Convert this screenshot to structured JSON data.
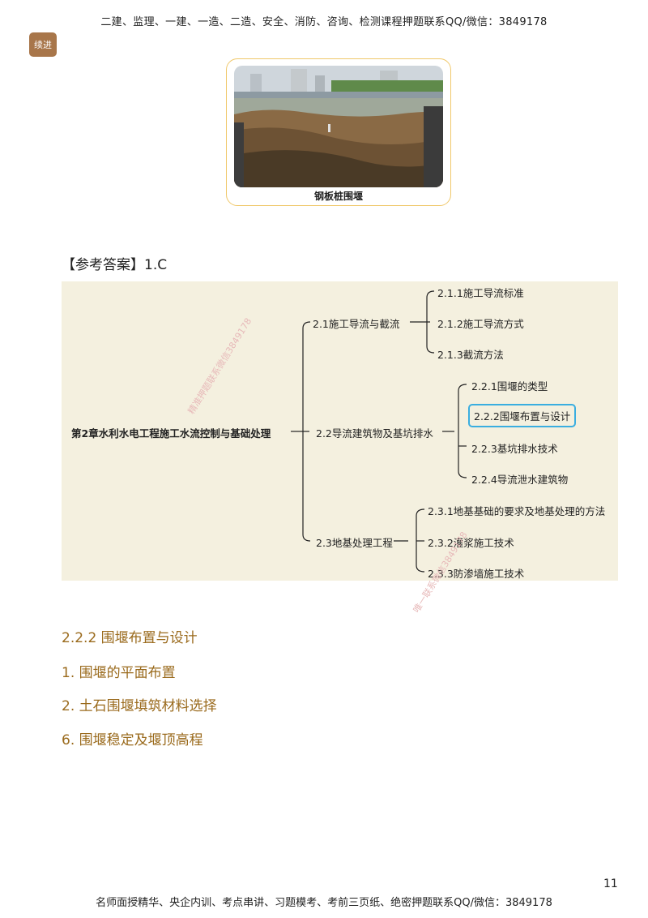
{
  "header": {
    "text": "二建、监理、一建、一造、二造、安全、消防、咨询、检测课程押题联系QQ/微信：3849178"
  },
  "logo": {
    "text": "续进"
  },
  "figure": {
    "caption": "钢板桩围堰"
  },
  "answer": {
    "text": "【参考答案】1.C"
  },
  "mindmap": {
    "root": "第2章水利水电工程施工水流控制与基础处理",
    "branches": [
      {
        "label": "2.1施工导流与截流",
        "children": [
          "2.1.1施工导流标准",
          "2.1.2施工导流方式",
          "2.1.3截流方法"
        ]
      },
      {
        "label": "2.2导流建筑物及基坑排水",
        "children": [
          "2.2.1围堰的类型",
          "2.2.2围堰布置与设计",
          "2.2.3基坑排水技术",
          "2.2.4导流泄水建筑物"
        ]
      },
      {
        "label": "2.3地基处理工程",
        "children": [
          "2.3.1地基基础的要求及地基处理的方法",
          "2.3.2灌浆施工技术",
          "2.3.3防渗墙施工技术"
        ]
      }
    ],
    "highlight_color": "#3aaee0"
  },
  "watermarks": {
    "mark1": "精准押题联系微信3849178",
    "mark2": "唯一联系微信3849178"
  },
  "sections": {
    "heading": "2.2.2 围堰布置与设计",
    "item1": "1. 围堰的平面布置",
    "item2": "2. 土石围堰填筑材料选择",
    "item3": "6. 围堰稳定及堰顶高程"
  },
  "page": {
    "number": "11"
  },
  "footer": {
    "text": "名师面授精华、央企内训、考点串讲、习题模考、考前三页纸、绝密押题联系QQ/微信：3849178"
  },
  "colors": {
    "section_text": "#9a6a1c",
    "mindmap_bg": "#f4f0df",
    "card_border": "#f0c86a"
  }
}
